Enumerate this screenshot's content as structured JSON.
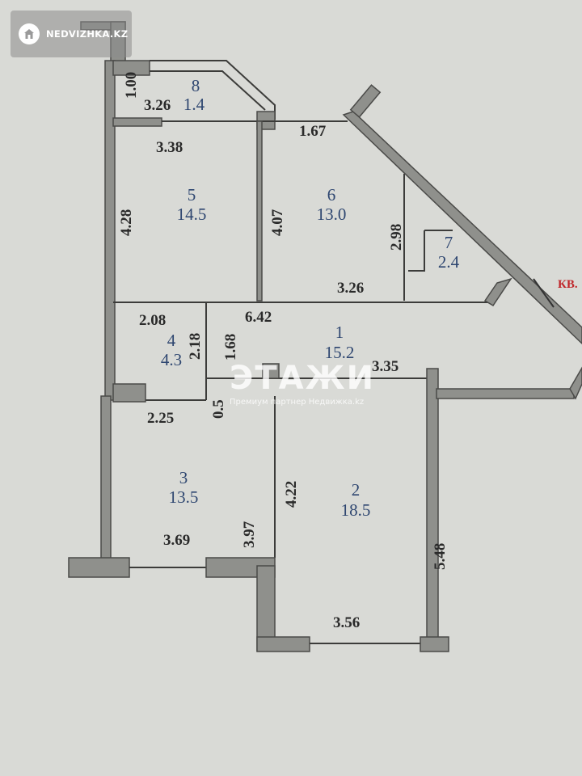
{
  "watermark_badge": {
    "text": "NEDVIZHKA.KZ",
    "icon": "house-icon"
  },
  "watermark_center": {
    "title": "ЭТАЖИ",
    "subtitle": "Премиум партнер Недвижка.kz"
  },
  "entrance_label": "КВ.",
  "rooms": [
    {
      "number": "1",
      "area": "15.2"
    },
    {
      "number": "2",
      "area": "18.5"
    },
    {
      "number": "3",
      "area": "13.5"
    },
    {
      "number": "4",
      "area": "4.3"
    },
    {
      "number": "5",
      "area": "14.5"
    },
    {
      "number": "6",
      "area": "13.0"
    },
    {
      "number": "7",
      "area": "2.4"
    },
    {
      "number": "8",
      "area": "1.4"
    }
  ],
  "dimensions": {
    "d100": "1.00",
    "d326a": "3.26",
    "d338": "3.38",
    "d167": "1.67",
    "d428": "4.28",
    "d407": "4.07",
    "d298": "2.98",
    "d326b": "3.26",
    "d208": "2.08",
    "d642": "6.42",
    "d218": "2.18",
    "d168": "1.68",
    "d335": "3.35",
    "d225": "2.25",
    "d05": "0.5",
    "d422": "4.22",
    "d397": "3.97",
    "d369": "3.69",
    "d548": "5.48",
    "d356": "3.56"
  }
}
